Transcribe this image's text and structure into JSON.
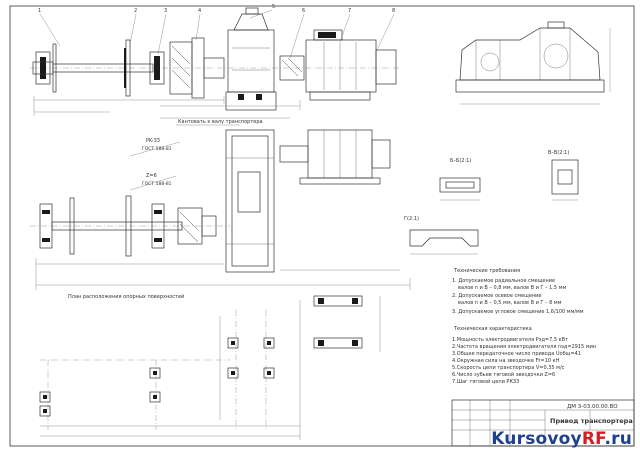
{
  "drawing": {
    "position_numbers": [
      "1",
      "2",
      "3",
      "4",
      "5",
      "6",
      "7",
      "8"
    ],
    "callout_ruler": "Кантовать к валу транспортера",
    "chain_label_1": "PK-33",
    "chain_label_1_std": "ГОСТ 588-81",
    "chain_label_2": "Z=6",
    "chain_label_2_std": "ГОСТ 588-81",
    "anchor_plan_caption": "План расположения опорных поверхностей",
    "view_b": "Б–Б(2:1)",
    "view_v": "В–В(2:1)",
    "view_g": "Г(2:1)"
  },
  "tech_requirements": {
    "title": "Технические требования",
    "lines": [
      "1. Допускаемое радиальное смещение",
      "валов n и B – 0,8 мм, валов B и Г – 1,5 мм",
      "2. Допускаемое осевое смещение",
      "валов n и B – 0,5 мм, валов B и Г – 8 мм",
      "3. Допускаемое угловое смещение 1,6/100 мм/мм"
    ]
  },
  "tech_specs": {
    "title": "Техническая характеристика",
    "lines": [
      "1.Мощность электродвигателя Рэд=7,5 кВт",
      "2.Частота вращения электродвигателя nэд=2915 мин",
      "3.Общее передаточное число привода Uобщ=41",
      "4.Окружная сила на звездочке Ft=10 кН",
      "5.Скорость цепи транспортера V=0,35 м/с",
      "6.Число зубьев тяговой звездочки Z=6",
      "7.Шаг тяговой цепи РК33"
    ]
  },
  "title_block": {
    "doc_code": "ДМ 3-03.00.00.ВО",
    "name": "Привод транспортера"
  },
  "watermark": {
    "part1": "Kursovoy",
    "part2": "RF",
    "part3": ".ru"
  },
  "colors": {
    "watermark_blue": "#1f3f91",
    "watermark_red": "#d21d24"
  }
}
